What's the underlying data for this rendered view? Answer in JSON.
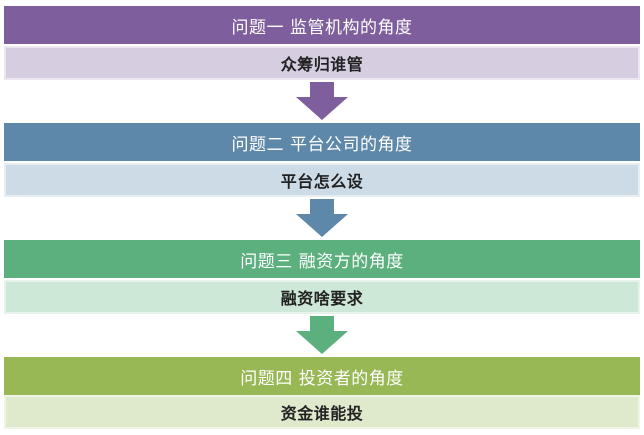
{
  "steps": [
    {
      "title": "问题一 监管机构的角度",
      "subtitle": "众筹归谁管",
      "header_color": "#7e5e9c",
      "sub_color": "#d6cde1",
      "sub_border": "#ebe6f0"
    },
    {
      "title": "问题二 平台公司的角度",
      "subtitle": "平台怎么设",
      "header_color": "#5e88a9",
      "sub_color": "#cddbe6",
      "sub_border": "#e6edf3"
    },
    {
      "title": "问题三 融资方的角度",
      "subtitle": "融资啥要求",
      "header_color": "#5bb07d",
      "sub_color": "#cde8d6",
      "sub_border": "#e6f3ea"
    },
    {
      "title": "问题四 投资者的角度",
      "subtitle": "资金谁能投",
      "header_color": "#98b856",
      "sub_color": "#dfeacc",
      "sub_border": "#eff5e6"
    }
  ]
}
